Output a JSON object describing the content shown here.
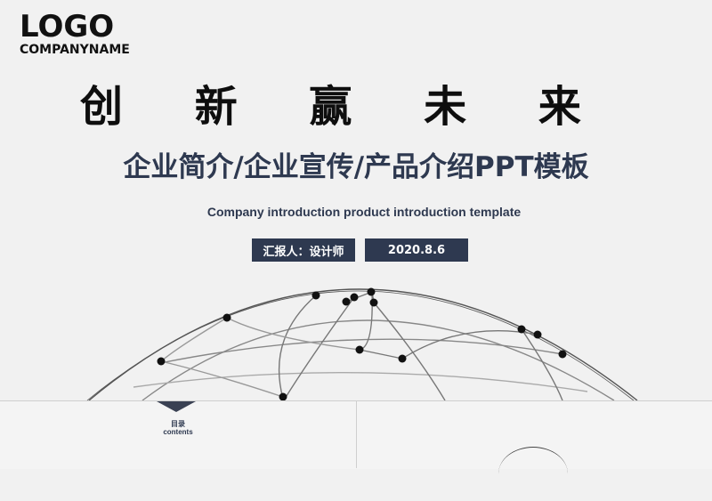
{
  "brand": {
    "logo": "LOGO",
    "company": "COMPANYNAME"
  },
  "headline": "创 新 赢 未 来",
  "subtitle": "企业简介/企业宣传/产品介绍PPT模板",
  "english_title": "Company introduction product introduction template",
  "reporter": "汇报人：设计师",
  "date": "2020.8.6",
  "toc": {
    "cn": "目录",
    "en": "contents"
  },
  "colors": {
    "accent": "#2e3950",
    "background": "#f1f1f1",
    "text": "#111111"
  }
}
